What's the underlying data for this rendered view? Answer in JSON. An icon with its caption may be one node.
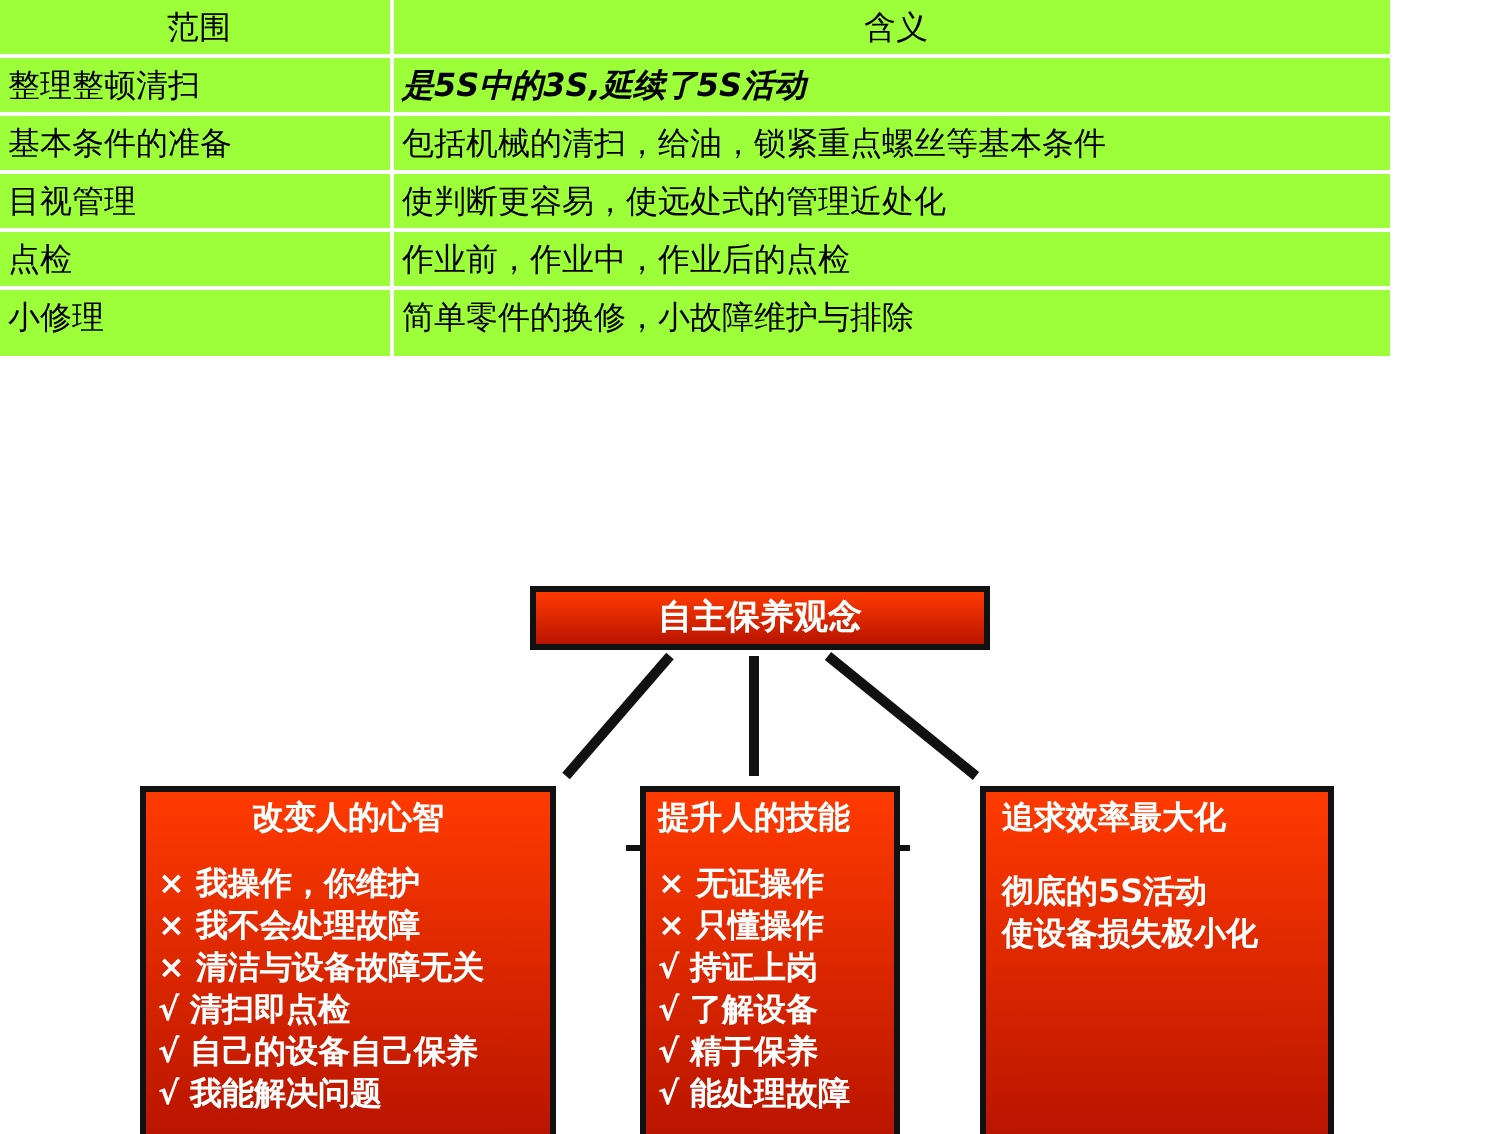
{
  "diagram": {
    "nodes": [
      {
        "text": [
          "自主保养观念"
        ]
      },
      {
        "text": [
          "改变人的心智",
          "× 我操作，你维护",
          "× 我不会处理故障",
          "× 清洁与设备故障无关",
          "√ 清扫即点检",
          "√ 自己的设备自己保养",
          "√ 我能解决问题"
        ]
      },
      {
        "text": [
          "提升人的技能",
          "× 无证操作",
          "× 只懂操作",
          "√ 持证上岗",
          "√ 了解设备",
          "√ 精于保养",
          "√ 能处理故障"
        ]
      },
      {
        "text": [
          "追求效率最大化",
          "彻底的5S活动",
          "使设备损失极小化"
        ]
      }
    ],
    "edges": [
      {
        "from": 0,
        "to": 1,
        "arrow": "none"
      },
      {
        "from": 0,
        "to": 2,
        "arrow": "none"
      },
      {
        "from": 0,
        "to": 3,
        "arrow": "none"
      }
    ],
    "labels": [
      "范围",
      "含义",
      "整理整顿清扫",
      "是5S中的3S,延续了5S活动",
      "基本条件的准备",
      "包括机械的清扫，给油，锁紧重点螺丝等基本条件",
      "目视管理",
      "使判断更容易，使远处式的管理近处化",
      "点检",
      "作业前，作业中，作业后的点检",
      "小修理",
      "简单零件的换修，小故障维护与排除"
    ]
  }
}
